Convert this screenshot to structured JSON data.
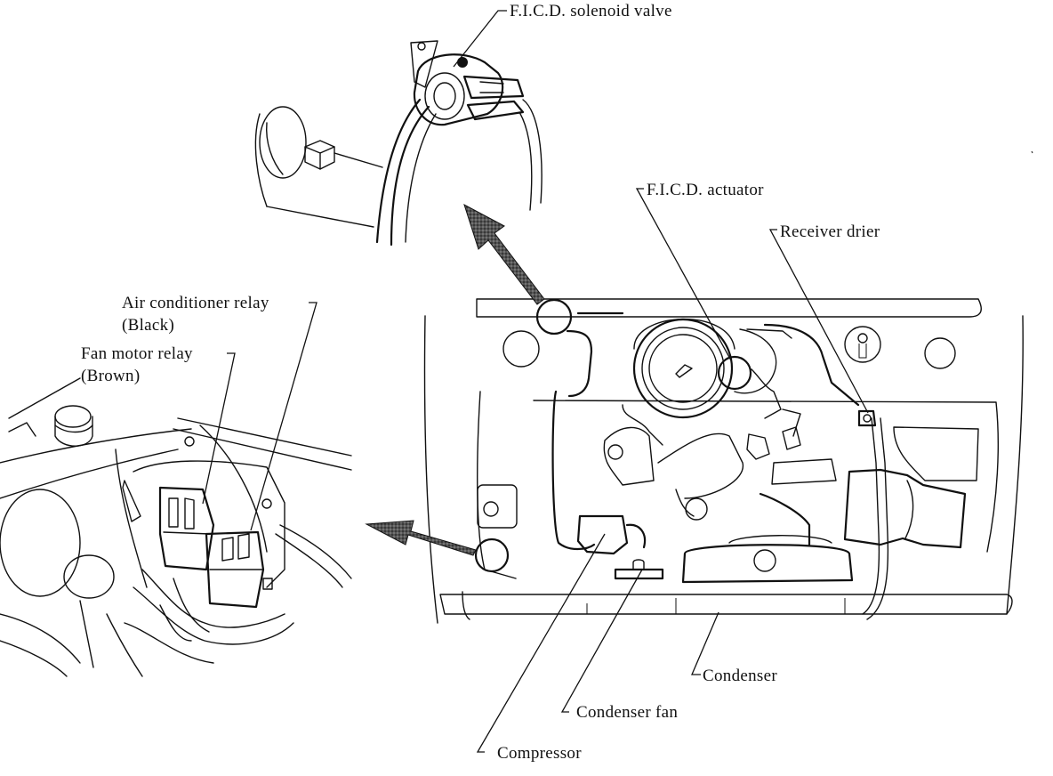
{
  "labels": {
    "ficd_solenoid_valve": "F.I.C.D. solenoid valve",
    "ficd_actuator": "F.I.C.D. actuator",
    "receiver_drier": "Receiver drier",
    "ac_relay_line1": "Air conditioner relay",
    "ac_relay_line2": "(Black)",
    "fan_relay_line1": "Fan motor relay",
    "fan_relay_line2": "(Brown)",
    "condenser": "Condenser",
    "condenser_fan": "Condenser fan",
    "compressor": "Compressor"
  },
  "colors": {
    "ink": "#111111",
    "arrow_fill": "#444444",
    "paper": "#ffffff"
  }
}
